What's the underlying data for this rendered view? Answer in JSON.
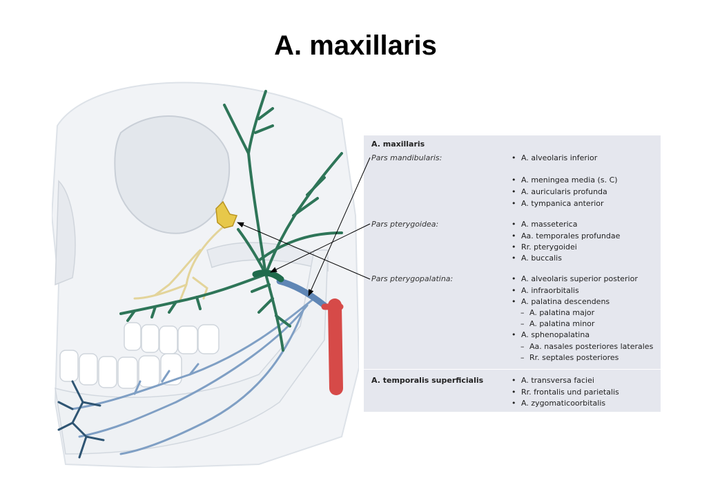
{
  "slide": {
    "title": "A. maxillaris"
  },
  "table": {
    "header": "A. maxillaris",
    "sections": [
      {
        "label": "Pars mandibularis:",
        "items": [
          {
            "text": "A. alveolaris inferior"
          },
          {
            "text": "A. meningea media (s. C)"
          },
          {
            "text": "A. auricularis profunda"
          },
          {
            "text": "A. tympanica anterior"
          }
        ]
      },
      {
        "label": "Pars pterygoidea:",
        "items": [
          {
            "text": "A. masseterica"
          },
          {
            "text": "Aa. temporales profundae"
          },
          {
            "text": "Rr. pterygoidei"
          },
          {
            "text": "A. buccalis"
          }
        ]
      },
      {
        "label": "Pars pterygopalatina:",
        "items": [
          {
            "text": "A. alveolaris superior posterior"
          },
          {
            "text": "A. infraorbitalis"
          },
          {
            "text": "A. palatina descendens"
          },
          {
            "text": "A. palatina major",
            "sub": true
          },
          {
            "text": "A. palatina minor",
            "sub": true
          },
          {
            "text": "A. sphenopalatina"
          },
          {
            "text": "Aa. nasales posteriores laterales",
            "sub": true
          },
          {
            "text": "Rr. septales posteriores",
            "sub": true
          }
        ]
      }
    ],
    "footer_label": "A. temporalis superficialis",
    "footer_items": [
      {
        "text": "A. transversa faciei"
      },
      {
        "text": "Rr. frontalis und parietalis"
      },
      {
        "text": "A. zygomaticoorbitalis"
      }
    ],
    "bullet": "•",
    "dash": "–"
  },
  "colors": {
    "maxillary_artery": "#2e7558",
    "ganglion": "#e7c84a",
    "nerve": "#e3d49a",
    "superficial_temporal_artery": "#7f9fc4",
    "external_carotid": "#d64a48",
    "table_background": "#e5e7ee"
  }
}
